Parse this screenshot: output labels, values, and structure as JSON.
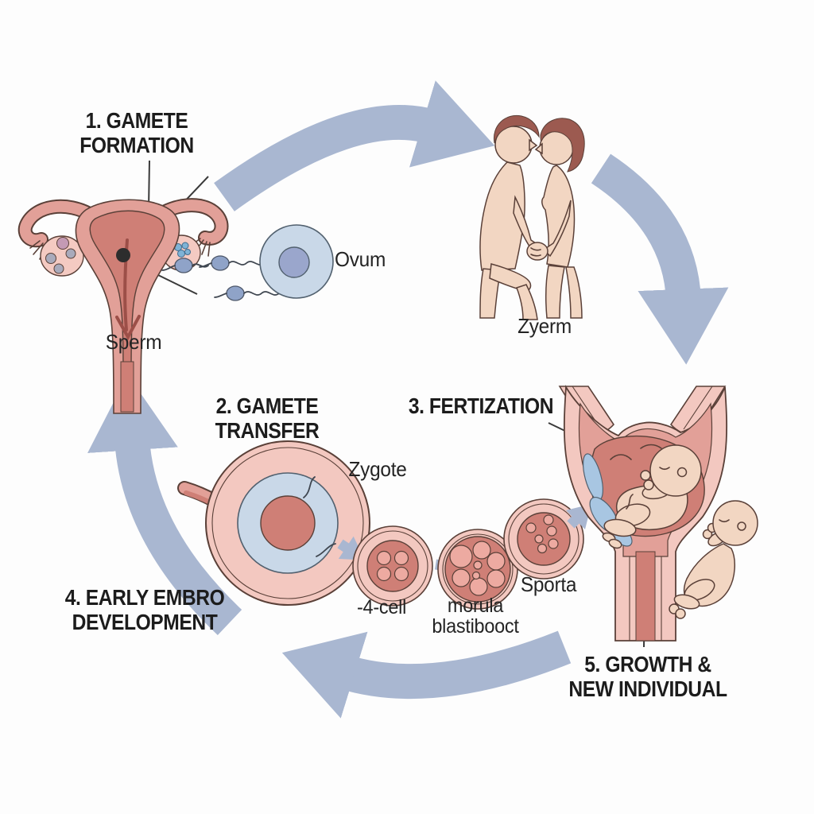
{
  "diagram": {
    "stages": [
      {
        "label": "1. GAMETE\nFORMATION"
      },
      {
        "label": "2. GAMETE TRANSFER"
      },
      {
        "label": "3. FERTIZATION"
      },
      {
        "label": "4. EARLY EMBRO\nDEVELOPMENT"
      },
      {
        "label": "5. GROWTH &\nNEW INDIVIDUAL"
      }
    ],
    "labels": {
      "ovum": "Ovum",
      "sperm": "Sperm",
      "couple": "Zyerm",
      "zygote": "Zygote",
      "four_cell": "-4-cell",
      "morula": "morula\nblastibooct",
      "sporta": "Sporta"
    },
    "colors": {
      "arrow": "#a9b7d1",
      "text": "#1c1c1c",
      "line": "#3a3a3a",
      "outline": "#5a4038",
      "tissue_light": "#f3c8c0",
      "tissue_mid": "#e2a098",
      "tissue_dark": "#cf7f76",
      "tissue_deep": "#b55f58",
      "pale_pink": "#f4cac2",
      "cell_blue": "#c9d8e8",
      "nucleus_blue": "#9aa6cc",
      "sperm_blue": "#8fa3c8",
      "skin": "#f2d6c2",
      "hair": "#9c5a50",
      "fluid_blue": "#a8c6e2",
      "follicle_grey": "#a9aabb",
      "follicle_purple": "#c49ab4"
    }
  }
}
